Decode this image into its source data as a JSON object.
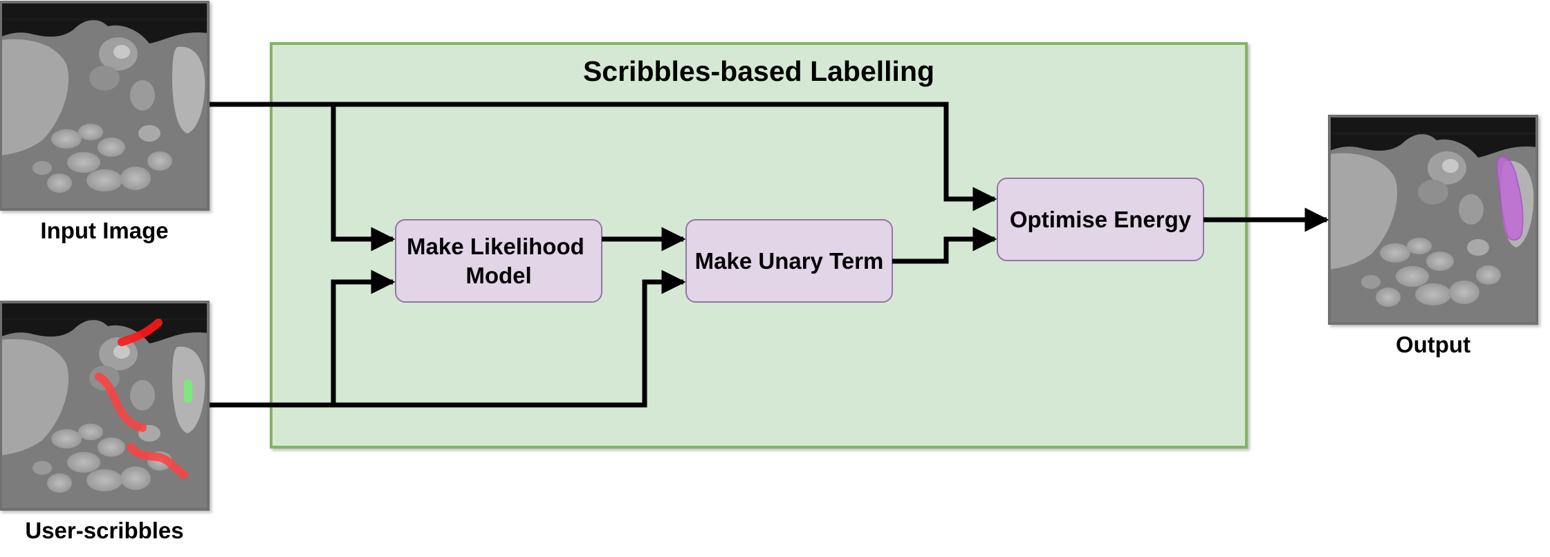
{
  "group": {
    "title": "Scribbles-based Labelling"
  },
  "inputs": {
    "image_caption": "Input Image",
    "scribbles_caption": "User-scribbles"
  },
  "processes": {
    "likelihood": {
      "line1": "Make Likelihood",
      "line2": "Model"
    },
    "unary": "Make Unary Term",
    "optimise": "Optimise Energy"
  },
  "output": {
    "caption": "Output"
  },
  "colors": {
    "group_fill": "#d5e8d4",
    "group_border": "#82b366",
    "process_fill": "#e1d5e7",
    "process_border": "#9673a6",
    "scribble_background": "#ff2222",
    "scribble_foreground": "#7ee87e",
    "segmentation": "#c06ad8"
  }
}
